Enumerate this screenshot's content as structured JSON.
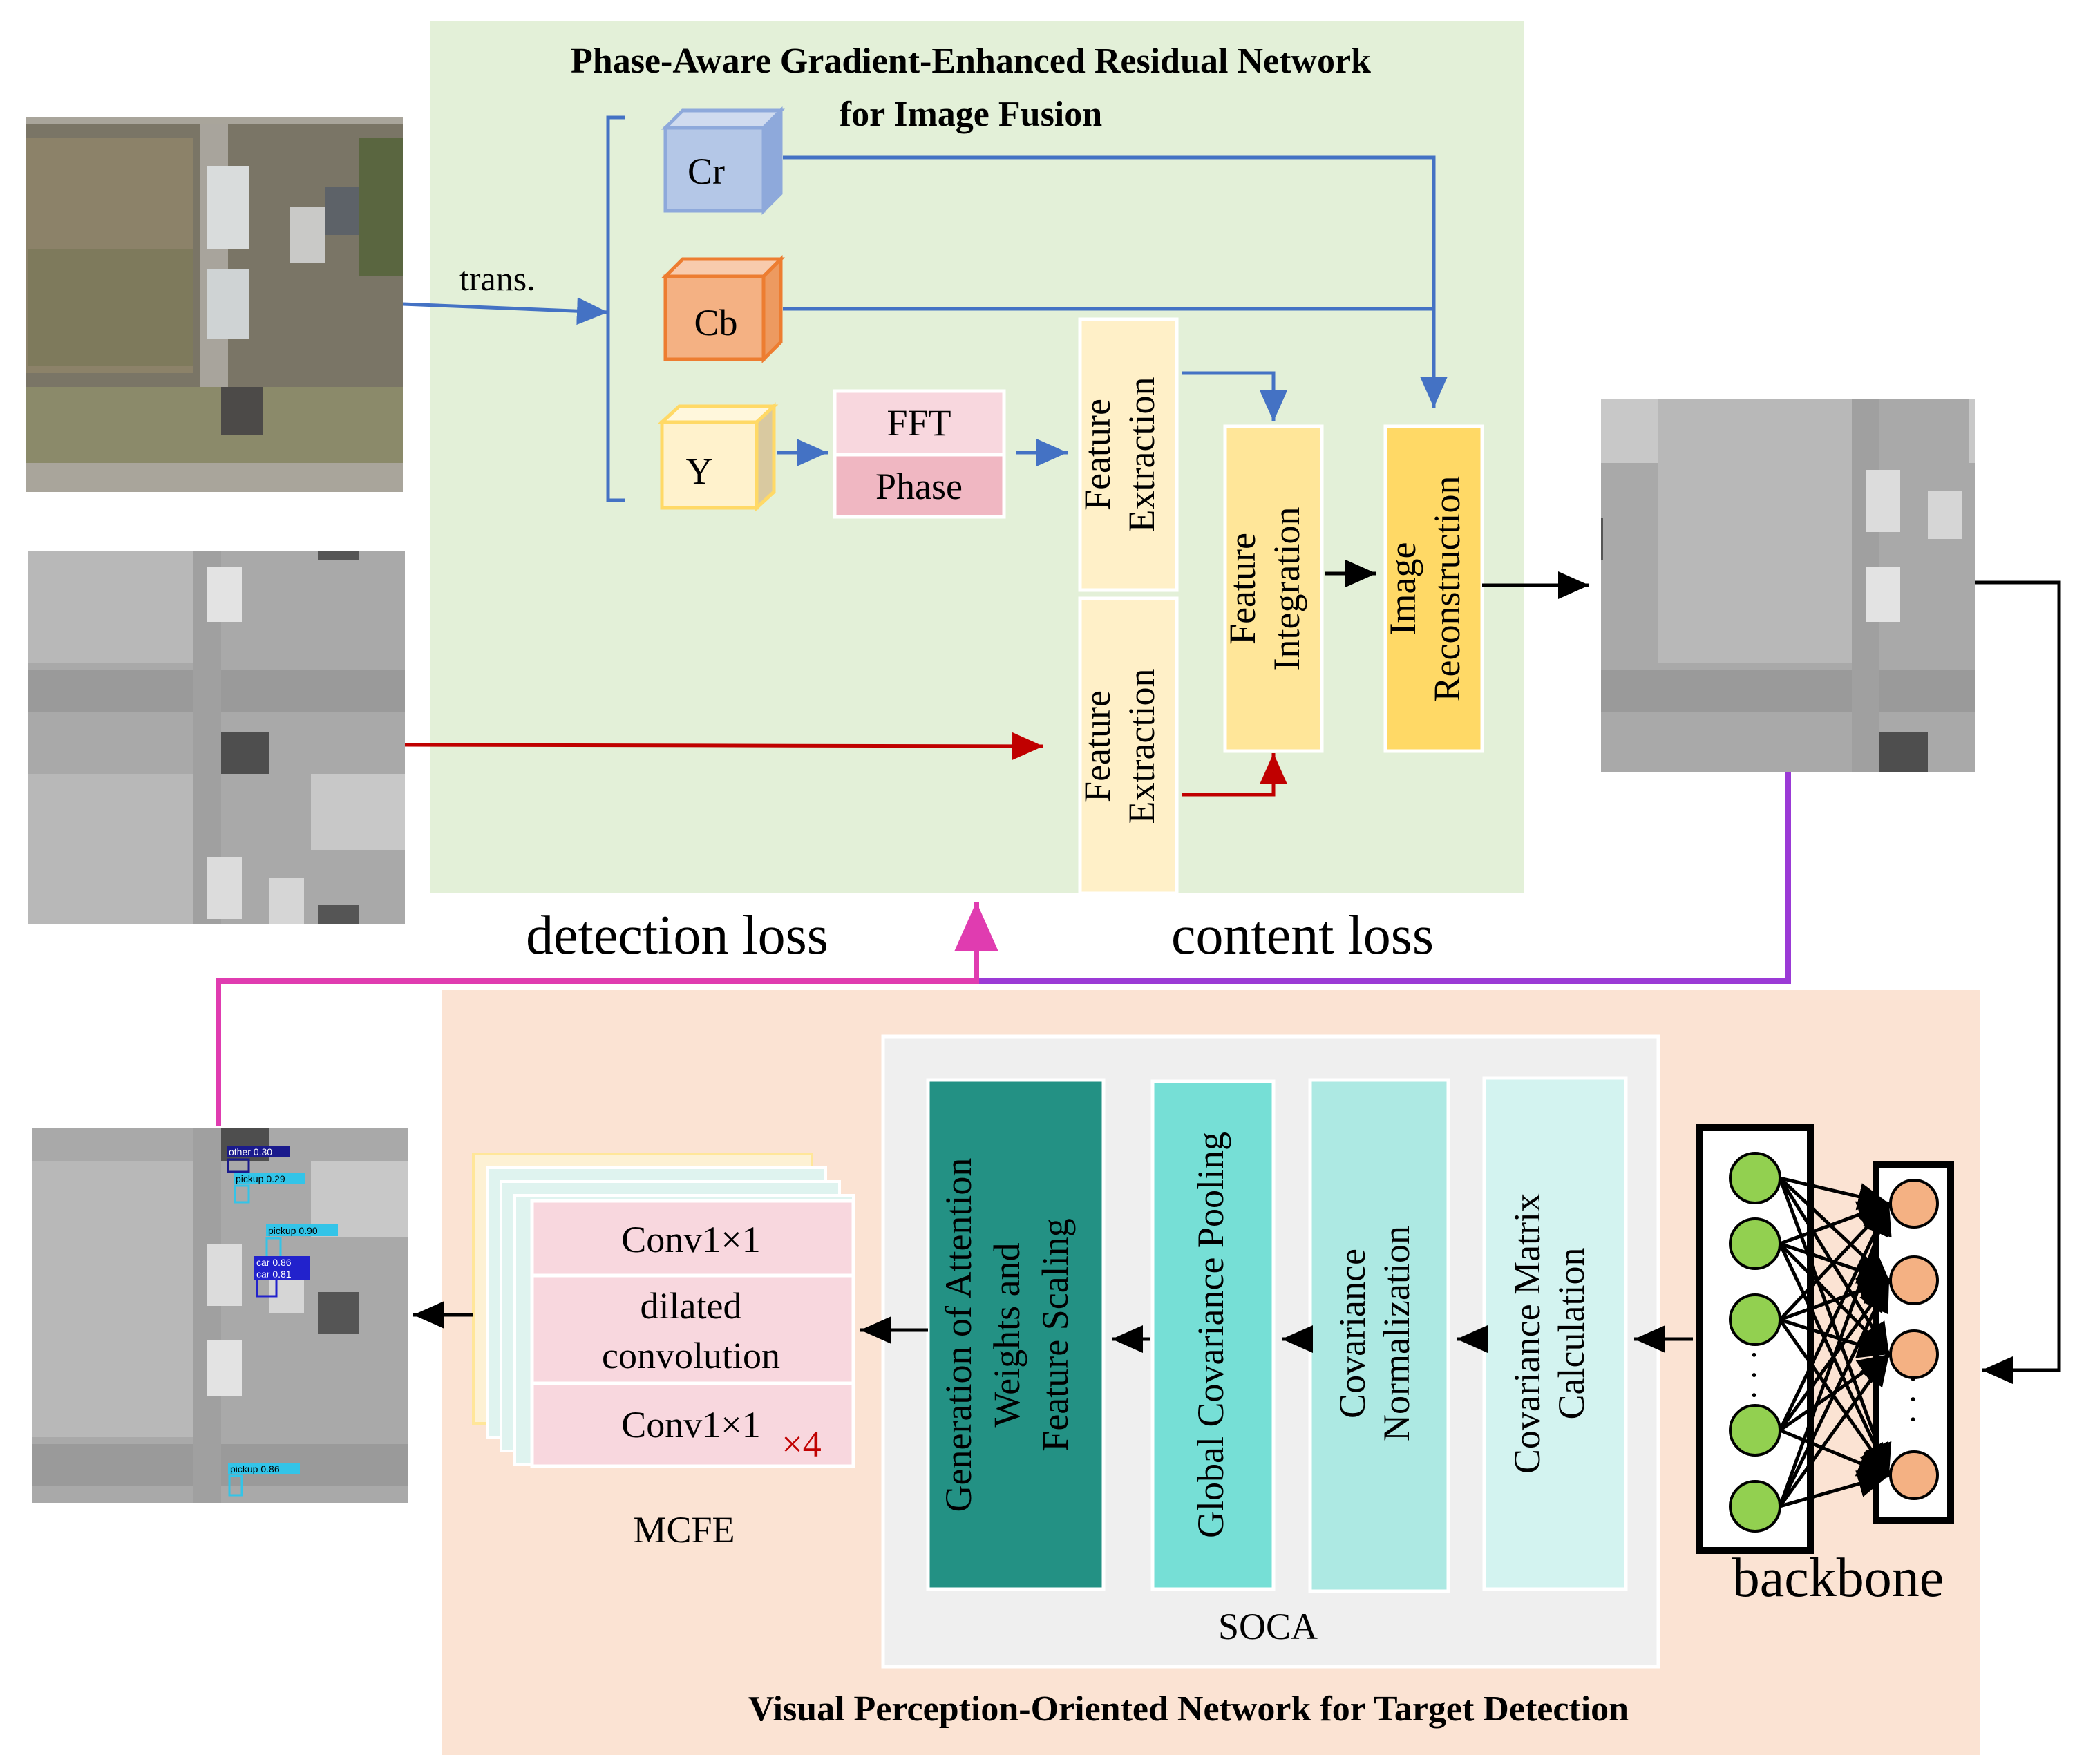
{
  "fusion_panel": {
    "title_line1": "Phase-Aware Gradient-Enhanced Residual Network",
    "title_line2": "for Image Fusion",
    "trans_label": "trans.",
    "channels": {
      "cr": "Cr",
      "cb": "Cb",
      "y": "Y"
    },
    "fft_label": "FFT",
    "phase_label": "Phase",
    "feature_extraction_line1": "Feature",
    "feature_extraction_line2": "Extraction",
    "feature_integration_line1": "Feature",
    "feature_integration_line2": "Integration",
    "image_reconstruction_line1": "Image",
    "image_reconstruction_line2": "Reconstruction"
  },
  "losses": {
    "detection": "detection loss",
    "content": "content loss"
  },
  "detection_panel": {
    "title": "Visual Perception-Oriented Network for Target Detection",
    "soca_label": "SOCA",
    "mcfe_label": "MCFE",
    "backbone_label": "backbone",
    "backbone_dots": "· · ·",
    "soca_blocks": {
      "covariance_matrix_line1": "Covariance Matrix",
      "covariance_matrix_line2": "Calculation",
      "covariance_norm_line1": "Covariance",
      "covariance_norm_line2": "Normalization",
      "global_pooling": "Global Covariance Pooling",
      "attention_line1": "Generation of Attention",
      "attention_line2": "Weights and",
      "attention_line3": "Feature Scaling"
    },
    "mcfe_blocks": {
      "conv_top": "Conv1×1",
      "dilated_line1": "dilated",
      "dilated_line2": "convolution",
      "conv_bottom": "Conv1×1",
      "repeat": "×4"
    }
  },
  "detections": [
    {
      "label": "other 0.30"
    },
    {
      "label": "pickup 0.29"
    },
    {
      "label": "pickup 0.90"
    },
    {
      "label": "car 0.86"
    },
    {
      "label": "car 0.81"
    },
    {
      "label": "pickup 0.86"
    }
  ],
  "colors": {
    "fusion_bg": "#e3f0d8",
    "detection_bg": "#fbe3d3",
    "soca_bg": "#efefef",
    "blue_arrow": "#4472c4",
    "red_arrow": "#c00000",
    "magenta_arrow": "#e03cb0",
    "purple_arrow": "#9b3ad6",
    "cr": "#b4c7e7",
    "cb": "#f4b183",
    "y": "#fff2cc",
    "fft": "#f8d7de",
    "phase": "#f0b7c2",
    "feature_extraction": "#fff0c8",
    "feature_integration": "#ffe699",
    "image_reconstruction": "#ffd966",
    "soca_dark": "#239184",
    "soca_teal": "#76dfd6",
    "soca_light": "#ade9e3",
    "soca_pale": "#d3f3f0",
    "backbone_green": "#92d050",
    "backbone_orange": "#f4b183"
  }
}
